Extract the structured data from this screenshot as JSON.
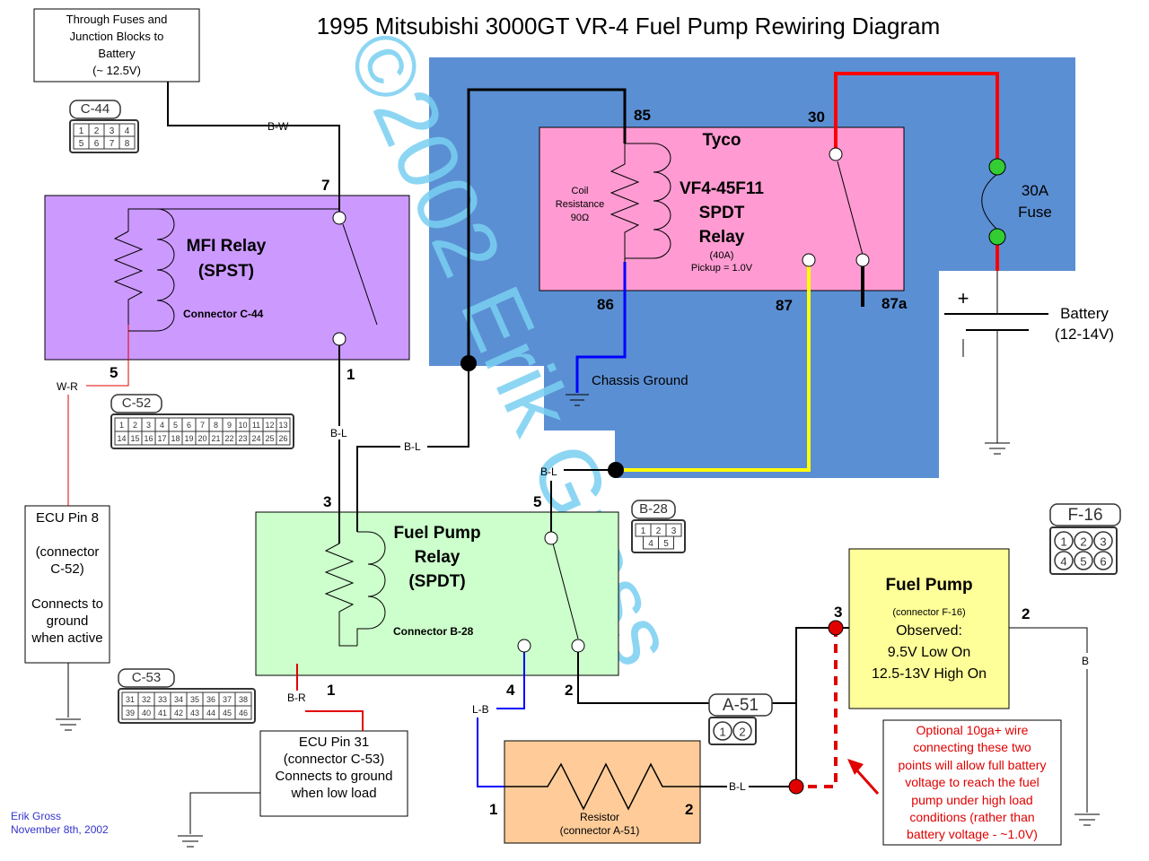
{
  "title": "1995 Mitsubishi 3000GT VR-4 Fuel Pump Rewiring Diagram",
  "watermark": "©2002 Erik Gross",
  "colors": {
    "blue_panel": "#5b8fd3",
    "tyco_relay": "#ff9bd2",
    "mfi_relay": "#cc99ff",
    "fp_relay": "#ccffcc",
    "fuel_pump": "#ffff99",
    "resistor": "#ffcc99",
    "wire_red": "#ff0000",
    "wire_blue": "#0000ff",
    "wire_yellow": "#ffff00",
    "wire_black": "#000000",
    "fuse_node": "#33cc33"
  },
  "battery_source": {
    "line1": "Through Fuses and",
    "line2": "Junction Blocks to",
    "line3": "Battery",
    "line4": "(~ 12.5V)"
  },
  "tyco": {
    "brand": "Tyco",
    "model": "VF4-45F11",
    "type1": "SPDT",
    "type2": "Relay",
    "rating": "(40A)",
    "pickup": "Pickup = 1.0V",
    "coil1": "Coil",
    "coil2": "Resistance",
    "coil3": "90Ω",
    "pin85": "85",
    "pin86": "86",
    "pin30": "30",
    "pin87": "87",
    "pin87a": "87a"
  },
  "fuse": {
    "line1": "30A",
    "line2": "Fuse"
  },
  "battery": {
    "line1": "Battery",
    "line2": "(12-14V)",
    "plus": "+"
  },
  "chassis_ground": "Chassis Ground",
  "mfi": {
    "line1": "MFI Relay",
    "line2": "(SPST)",
    "connector": "Connector C-44",
    "pin7": "7",
    "pin5": "5",
    "pin1": "1"
  },
  "fp_relay": {
    "line1": "Fuel Pump",
    "line2": "Relay",
    "line3": "(SPDT)",
    "connector": "Connector B-28",
    "pin3": "3",
    "pin5": "5",
    "pin1": "1",
    "pin4": "4",
    "pin2": "2"
  },
  "fuel_pump": {
    "title": "Fuel Pump",
    "connector": "(connector F-16)",
    "observed": "Observed:",
    "low": "9.5V Low On",
    "high": "12.5-13V High On",
    "pin3": "3",
    "pin2": "2"
  },
  "resistor": {
    "label": "Resistor",
    "connector": "(connector A-51)",
    "pin1": "1",
    "pin2": "2"
  },
  "ecu8": {
    "line1": "ECU Pin 8",
    "line2": "(connector",
    "line3": "C-52)",
    "line4": "Connects to",
    "line5": "ground",
    "line6": "when active"
  },
  "ecu31": {
    "line1": "ECU Pin 31",
    "line2": "(connector C-53)",
    "line3": "Connects to ground",
    "line4": "when low load"
  },
  "note": {
    "line1": "Optional 10ga+ wire",
    "line2": "connecting these two",
    "line3": "points will allow full battery",
    "line4": "voltage to reach the fuel",
    "line5": "pump under high load",
    "line6": "conditions (rather than",
    "line7": "battery voltage - ~1.0V)"
  },
  "wires": {
    "bw": "B-W",
    "wr": "W-R",
    "bl": "B-L",
    "br": "B-R",
    "lb": "L-B",
    "b": "B"
  },
  "connectors": {
    "c44": {
      "name": "C-44",
      "row1": [
        "1",
        "2",
        "3",
        "4"
      ],
      "row2": [
        "5",
        "6",
        "7",
        "8"
      ]
    },
    "c52": {
      "name": "C-52",
      "row1": [
        "1",
        "2",
        "3",
        "4",
        "5",
        "6",
        "7",
        "8",
        "9",
        "10",
        "11",
        "12",
        "13"
      ],
      "row2": [
        "14",
        "15",
        "16",
        "17",
        "18",
        "19",
        "20",
        "21",
        "22",
        "23",
        "24",
        "25",
        "26"
      ]
    },
    "b28": {
      "name": "B-28",
      "row1": [
        "1",
        "2",
        "3"
      ],
      "row2": [
        "4",
        "5"
      ]
    },
    "f16": {
      "name": "F-16",
      "row1": [
        "1",
        "2",
        "3"
      ],
      "row2": [
        "4",
        "5",
        "6"
      ]
    },
    "c53": {
      "name": "C-53",
      "row1": [
        "31",
        "32",
        "33",
        "34",
        "35",
        "36",
        "37",
        "38"
      ],
      "row2": [
        "39",
        "40",
        "41",
        "42",
        "43",
        "44",
        "45",
        "46"
      ]
    },
    "a51": {
      "name": "A-51",
      "row1": [
        "1",
        "2"
      ]
    }
  },
  "author": {
    "name": "Erik Gross",
    "date": "November 8th, 2002"
  }
}
